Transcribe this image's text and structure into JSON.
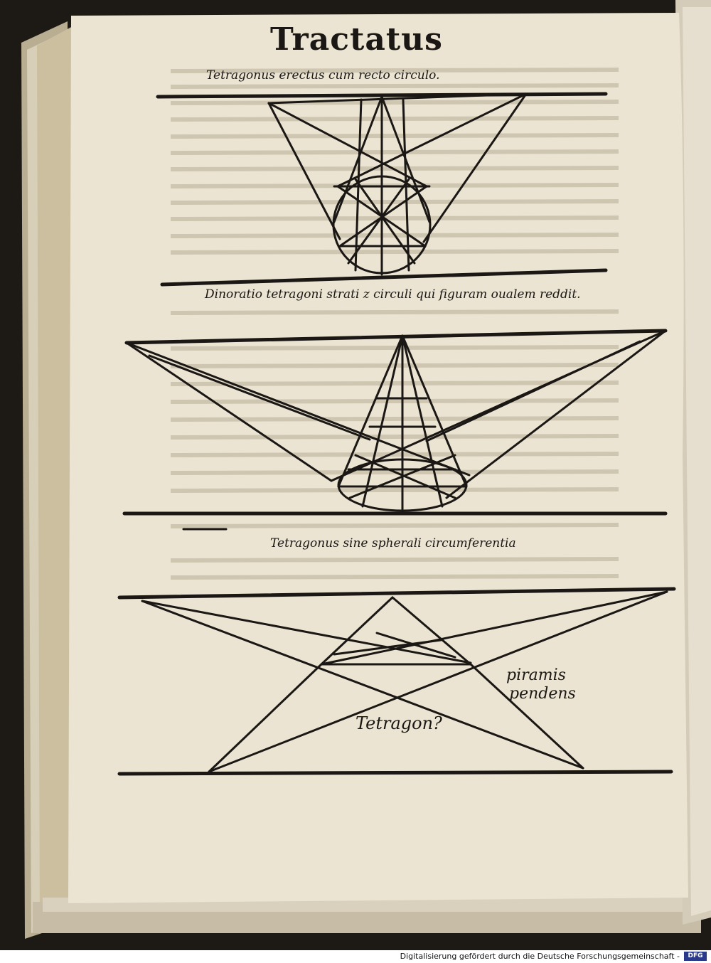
{
  "page": {
    "title": "Tractatus",
    "captions": [
      "Tetragonus erectus cum recto circulo.",
      "Dinoratio tetragoni strati z circuli qui figuram oualem reddit.",
      "Tetragonus sine spherali circumferentia"
    ],
    "figure_labels": {
      "piramis_line1": "piramis",
      "piramis_line2": "pendens",
      "tetragon": "Tetragon?"
    }
  },
  "footer": {
    "text": "Digitalisierung gefördert durch die Deutsche Forschungsgemeinschaft -",
    "logo": "DFG"
  },
  "colors": {
    "paper": "#ebe4d2",
    "ink": "#1a1714",
    "background": "#1d1a16"
  }
}
